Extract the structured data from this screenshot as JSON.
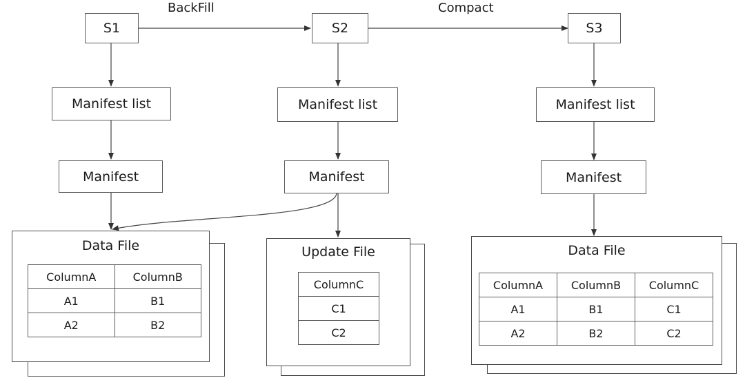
{
  "labels": {
    "backfill": "BackFill",
    "compact": "Compact"
  },
  "snapshots": [
    "S1",
    "S2",
    "S3"
  ],
  "manifest_list_label": "Manifest list",
  "manifest_label": "Manifest",
  "files": [
    {
      "title": "Data File",
      "headers": [
        "ColumnA",
        "ColumnB"
      ],
      "rows": [
        [
          "A1",
          "B1"
        ],
        [
          "A2",
          "B2"
        ]
      ]
    },
    {
      "title": "Update File",
      "headers": [
        "ColumnC"
      ],
      "rows": [
        [
          "C1"
        ],
        [
          "C2"
        ]
      ]
    },
    {
      "title": "Data File",
      "headers": [
        "ColumnA",
        "ColumnB",
        "ColumnC"
      ],
      "rows": [
        [
          "A1",
          "B1",
          "C1"
        ],
        [
          "A2",
          "B2",
          "C2"
        ]
      ]
    }
  ]
}
